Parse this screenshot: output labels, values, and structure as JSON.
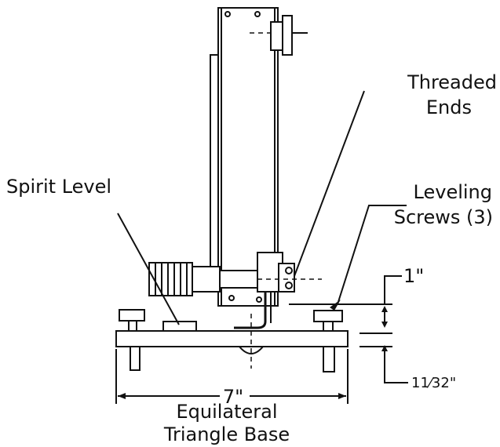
{
  "labels": {
    "threaded_ends_line1": "Threaded",
    "threaded_ends_line2": "Ends",
    "spirit_level": "Spirit Level",
    "leveling_screws_line1": "Leveling",
    "leveling_screws_line2": "Screws (3)",
    "one_inch": "1\"",
    "eleven_32": "11⁄32\"",
    "seven_inch": "7\"",
    "base_line1": "Equilateral",
    "base_line2": "Triangle Base"
  }
}
